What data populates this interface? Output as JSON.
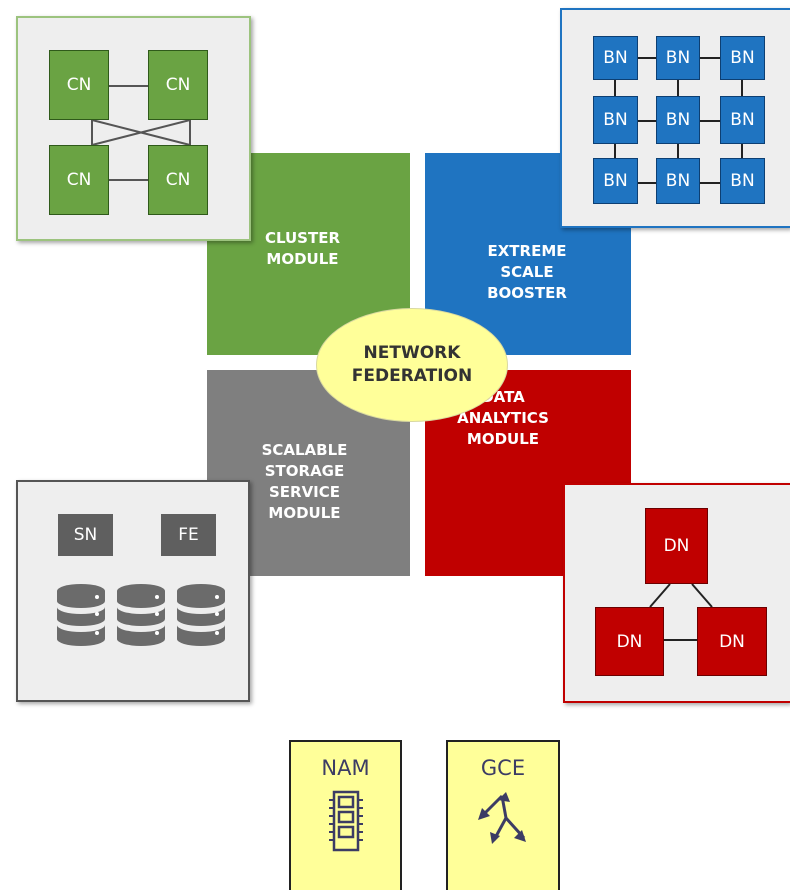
{
  "colors": {
    "cluster": "#6aa343",
    "booster": "#1f74c1",
    "storage": "#7f7f7f",
    "analytics": "#c00000",
    "network": "#ffff99",
    "panel_bg": "#eeeeee",
    "badge_bg": "#ffff99"
  },
  "modules": {
    "cluster": "CLUSTER\nMODULE",
    "booster": "EXTREME\nSCALE\nBOOSTER",
    "storage": "SCALABLE\nSTORAGE\nSERVICE\nMODULE",
    "analytics": "DATA\nANALYTICS\nMODULE"
  },
  "network": "NETWORK\nFEDERATION",
  "cluster_nodes": [
    "CN",
    "CN",
    "CN",
    "CN"
  ],
  "booster_nodes": [
    "BN",
    "BN",
    "BN",
    "BN",
    "BN",
    "BN",
    "BN",
    "BN",
    "BN"
  ],
  "storage_nodes": [
    "SN",
    "FE"
  ],
  "storage_icons": [
    "database-icon",
    "database-icon",
    "database-icon"
  ],
  "analytics_nodes": [
    "DN",
    "DN",
    "DN"
  ],
  "badges": [
    {
      "label": "NAM",
      "icon": "memory-module-icon"
    },
    {
      "label": "GCE",
      "icon": "network-arrows-icon"
    }
  ]
}
